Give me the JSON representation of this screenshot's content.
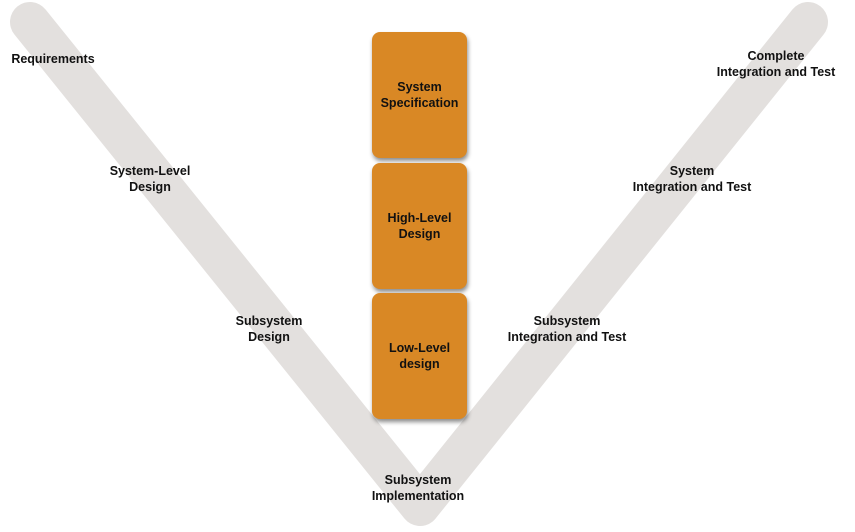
{
  "colors": {
    "v_shape": "#e3e0de",
    "box": "#d98825"
  },
  "left_labels": [
    {
      "line1": "Requirements",
      "line2": ""
    },
    {
      "line1": "System-Level",
      "line2": "Design"
    },
    {
      "line1": "Subsystem",
      "line2": "Design"
    }
  ],
  "bottom_label": {
    "line1": "Subsystem",
    "line2": "Implementation"
  },
  "right_labels": [
    {
      "line1": "Subsystem",
      "line2": "Integration and Test"
    },
    {
      "line1": "System",
      "line2": "Integration and Test"
    },
    {
      "line1": "Complete",
      "line2": "Integration and Test"
    }
  ],
  "boxes": [
    {
      "line1": "System",
      "line2": "Specification"
    },
    {
      "line1": "High-Level",
      "line2": "Design"
    },
    {
      "line1": "Low-Level",
      "line2": "design"
    }
  ]
}
